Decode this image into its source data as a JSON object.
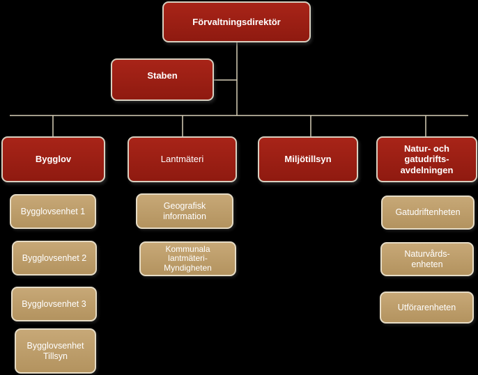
{
  "colors": {
    "background": "#000000",
    "primary_box": "#9b1f14",
    "secondary_box": "#bf9f6b",
    "connector": "#d8d0b8"
  },
  "chart": {
    "top": {
      "label": "Förvaltningsdirektör"
    },
    "staff": {
      "label": "Staben"
    },
    "departments": [
      {
        "label": "Bygglov",
        "units": [
          "Bygglovsenhet 1",
          "Bygglovsenhet 2",
          "Bygglovsenhet 3",
          "Bygglovsenhet\nTillsyn"
        ]
      },
      {
        "label": "Lantmäteri",
        "units": [
          "Geografisk\ninformation",
          "Kommunala\nlantmäteri-\nMyndigheten"
        ]
      },
      {
        "label": "Miljötillsyn",
        "units": []
      },
      {
        "label": "Natur- och\ngatudrifts-\navdelningen",
        "units": [
          "Gatudriftenheten",
          "Naturvårds-\nenheten",
          "Utförarenheten"
        ]
      }
    ]
  }
}
